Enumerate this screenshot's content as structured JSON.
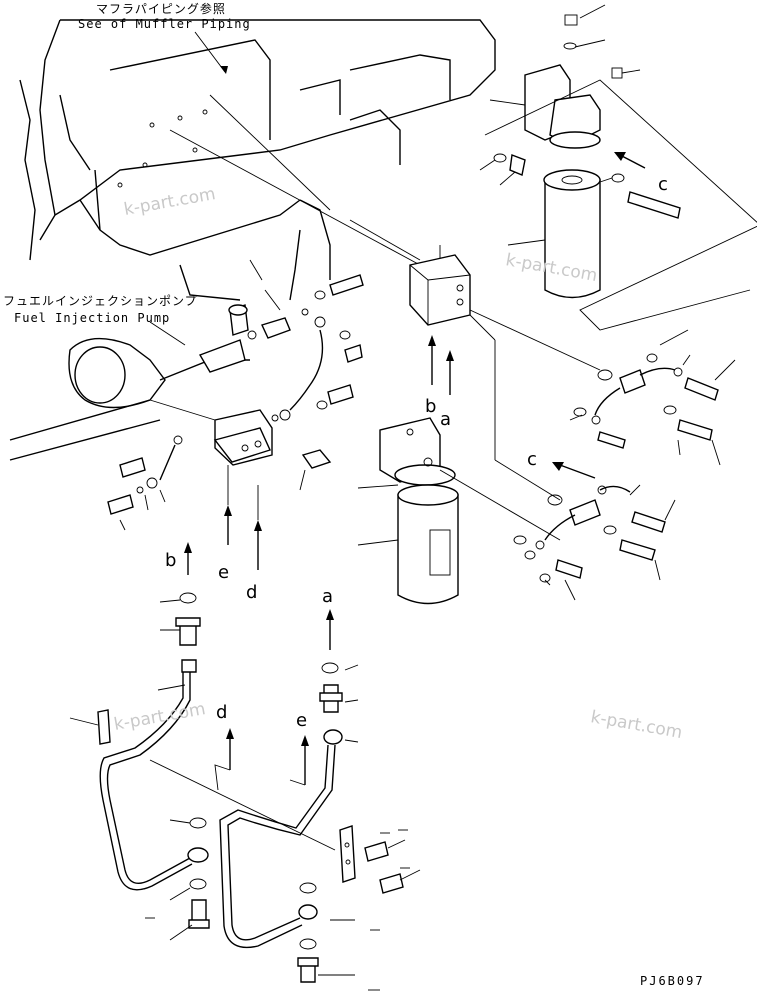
{
  "notes": {
    "muffler_jp": "マフラパイピング参照",
    "muffler_en": "See of Muffler Piping",
    "pump_jp": "フュエルインジェクションポンプ",
    "pump_en": "Fuel Injection Pump"
  },
  "callouts": {
    "a_top": "a",
    "b_top": "b",
    "c_top": "c",
    "c_mid": "c",
    "b_left": "b",
    "e_left": "e",
    "d_left": "d",
    "a_bottom": "a",
    "d_bottom": "d",
    "e_bottom": "e"
  },
  "watermarks": [
    "k-part.com",
    "k-part.com",
    "k-part.com",
    "k-part.com"
  ],
  "drawing_code": "PJ6B097"
}
